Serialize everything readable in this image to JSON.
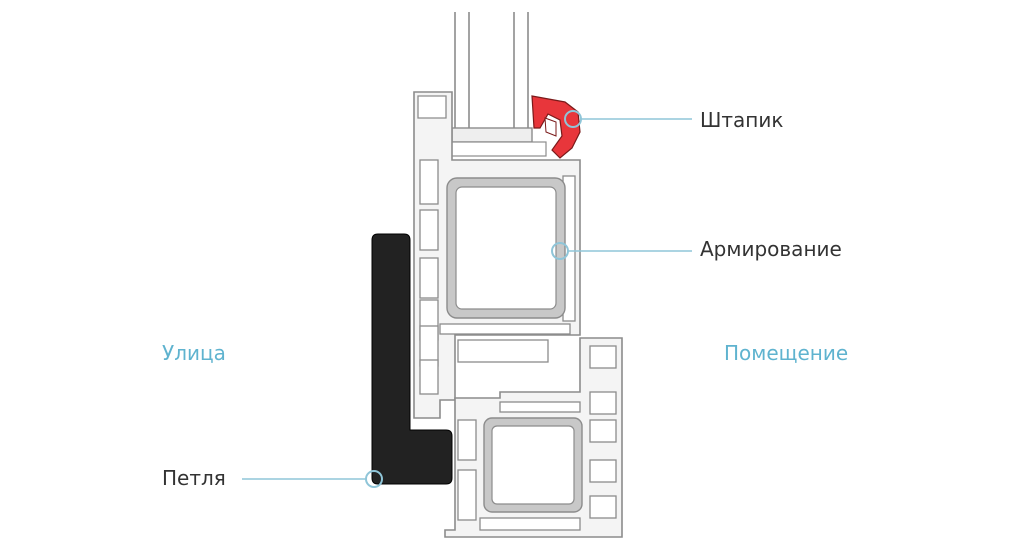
{
  "labels": {
    "shtapik": "Штапик",
    "armirovanie": "Армирование",
    "ulitsa": "Улица",
    "pomeshchenie": "Помещение",
    "petlya": "Петля"
  },
  "colors": {
    "outline": "#8c8c8c",
    "profile_fill": "#f4f4f4",
    "glass": "#ffffff",
    "bead_red": "#e8363b",
    "hinge": "#222222",
    "reinforcement": "#c8c8c8",
    "callout": "#8fc5d8",
    "side_label": "#5fb3cf",
    "text": "#333333"
  }
}
